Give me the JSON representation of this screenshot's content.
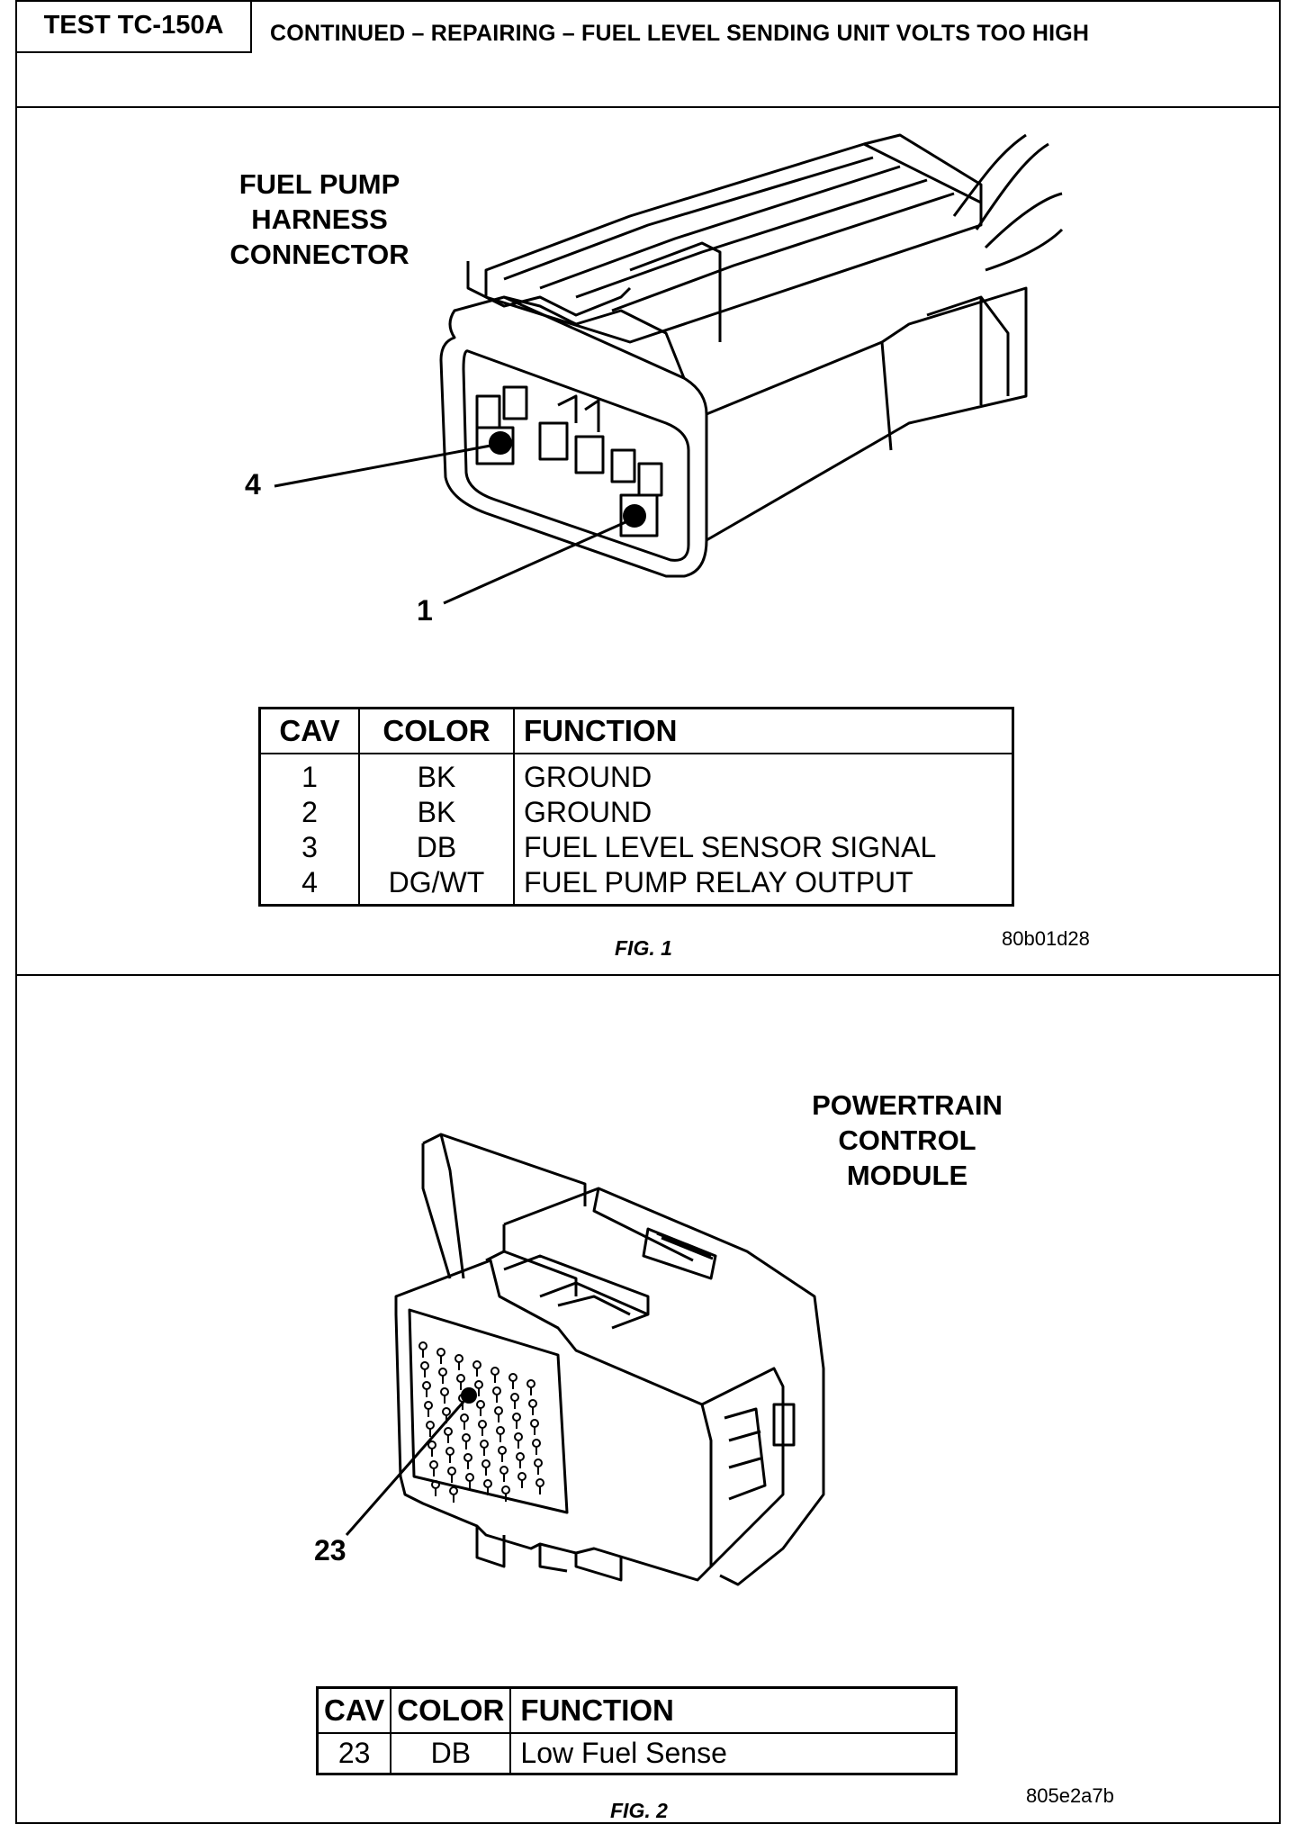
{
  "header": {
    "test_id": "TEST TC-150A",
    "title": "CONTINUED – REPAIRING – FUEL LEVEL SENDING UNIT VOLTS TOO HIGH"
  },
  "fig1": {
    "label_lines": [
      "FUEL PUMP",
      "HARNESS",
      "CONNECTOR"
    ],
    "callout_4": "4",
    "callout_1": "1",
    "table": {
      "headers": [
        "CAV",
        "COLOR",
        "FUNCTION"
      ],
      "rows": [
        [
          "1",
          "BK",
          "GROUND"
        ],
        [
          "2",
          "BK",
          "GROUND"
        ],
        [
          "3",
          "DB",
          "FUEL LEVEL SENSOR SIGNAL"
        ],
        [
          "4",
          "DG/WT",
          "FUEL PUMP RELAY OUTPUT"
        ]
      ]
    },
    "caption": "FIG. 1",
    "image_code": "80b01d28"
  },
  "fig2": {
    "label_lines": [
      "POWERTRAIN",
      "CONTROL",
      "MODULE"
    ],
    "callout_23": "23",
    "table": {
      "headers": [
        "CAV",
        "COLOR",
        "FUNCTION"
      ],
      "rows": [
        [
          "23",
          "DB",
          "Low Fuel Sense"
        ]
      ]
    },
    "caption": "FIG. 2",
    "image_code": "805e2a7b"
  }
}
